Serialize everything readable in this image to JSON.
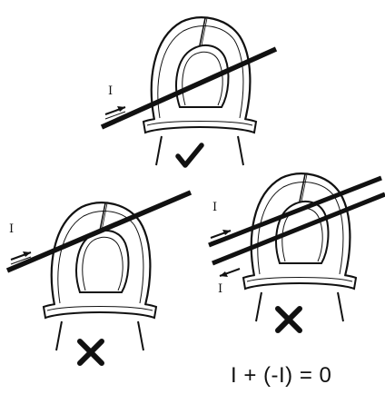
{
  "labels": {
    "current": "I",
    "reverse_current": "I"
  },
  "equation": "I + (-I) = 0",
  "marks": {
    "correct": "check-mark",
    "incorrect": "x-mark"
  },
  "colors": {
    "ink": "#111111",
    "background": "#ffffff"
  }
}
